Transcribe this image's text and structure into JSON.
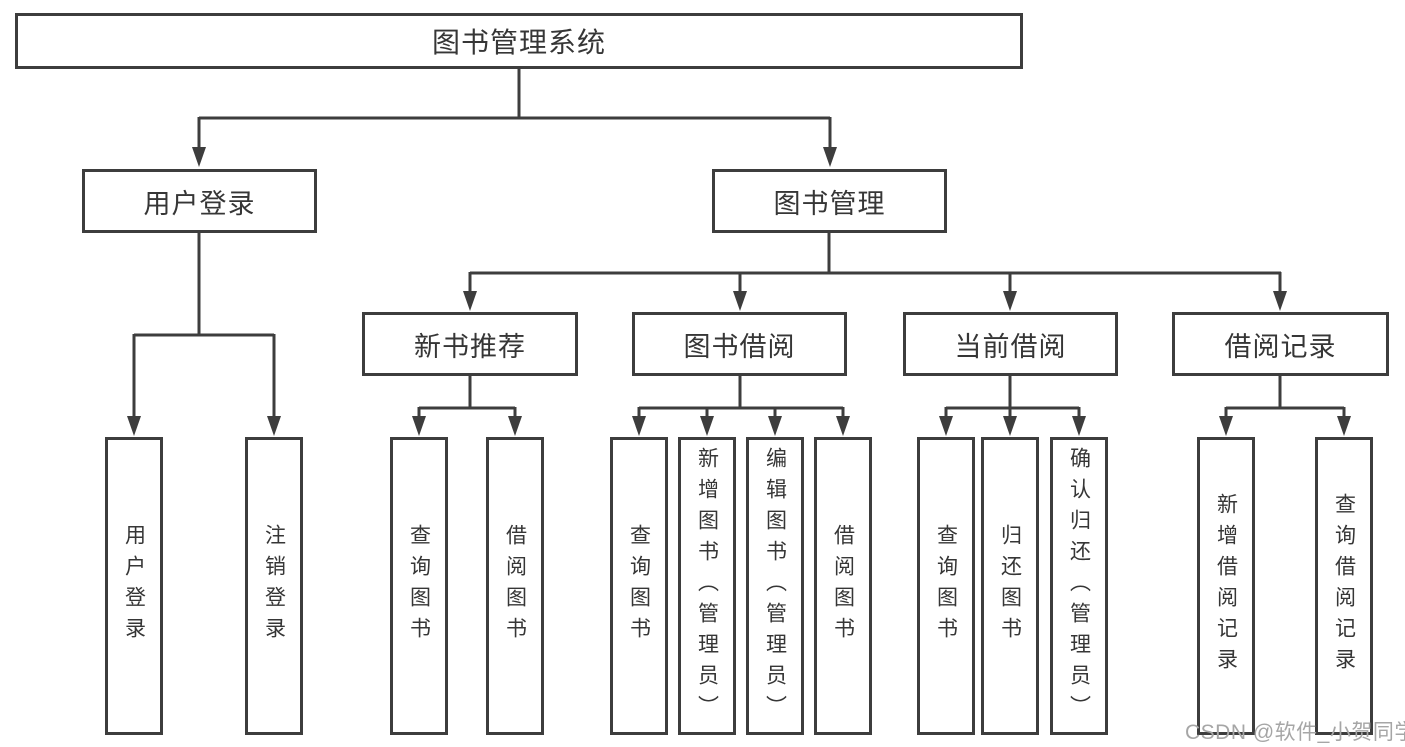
{
  "colors": {
    "line": "#3d3d3d",
    "text": "#363636",
    "background": "#ffffff",
    "watermark": "#a6a6a6"
  },
  "watermark": {
    "text": "CSDN @软件_小贺同学"
  },
  "tree": {
    "root": "图书管理系统",
    "children": [
      {
        "label": "用户登录",
        "children": [
          "用户登录",
          "注销登录"
        ]
      },
      {
        "label": "图书管理",
        "children": [
          {
            "label": "新书推荐",
            "children": [
              "查询图书",
              "借阅图书"
            ]
          },
          {
            "label": "图书借阅",
            "children": [
              "查询图书",
              "新增图书（管理员）",
              "编辑图书（管理员）",
              "借阅图书"
            ]
          },
          {
            "label": "当前借阅",
            "children": [
              "查询图书",
              "归还图书",
              "确认归还（管理员）"
            ]
          },
          {
            "label": "借阅记录",
            "children": [
              "新增借阅记录",
              "查询借阅记录"
            ]
          }
        ]
      }
    ]
  }
}
